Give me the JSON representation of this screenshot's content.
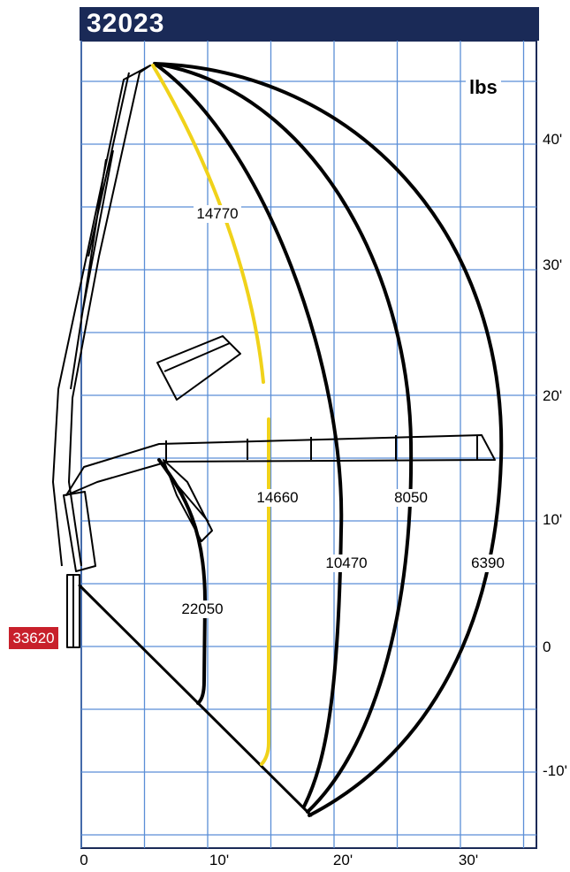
{
  "header": {
    "title": "32023"
  },
  "unit_label": "lbs",
  "base_capacity": "33620",
  "colors": {
    "header_bg": "#1a2a57",
    "grid": "#5b8ed6",
    "curve": "#000000",
    "highlight": "#f0d21a",
    "badge": "#c8202b"
  },
  "chart_data": {
    "type": "diagram",
    "x_axis": {
      "ticks": [
        "0",
        "10'",
        "20'",
        "30'"
      ],
      "range": [
        0,
        36
      ]
    },
    "y_axis": {
      "ticks": [
        "40'",
        "30'",
        "20'",
        "10'",
        "0",
        "-10'"
      ],
      "range": [
        -15,
        46
      ]
    },
    "capacities": [
      {
        "label": "14770",
        "style": "yellow"
      },
      {
        "label": "14660",
        "style": "yellow"
      },
      {
        "label": "22050",
        "style": "black"
      },
      {
        "label": "10470",
        "style": "black"
      },
      {
        "label": "8050",
        "style": "black"
      },
      {
        "label": "6390",
        "style": "black"
      }
    ]
  }
}
